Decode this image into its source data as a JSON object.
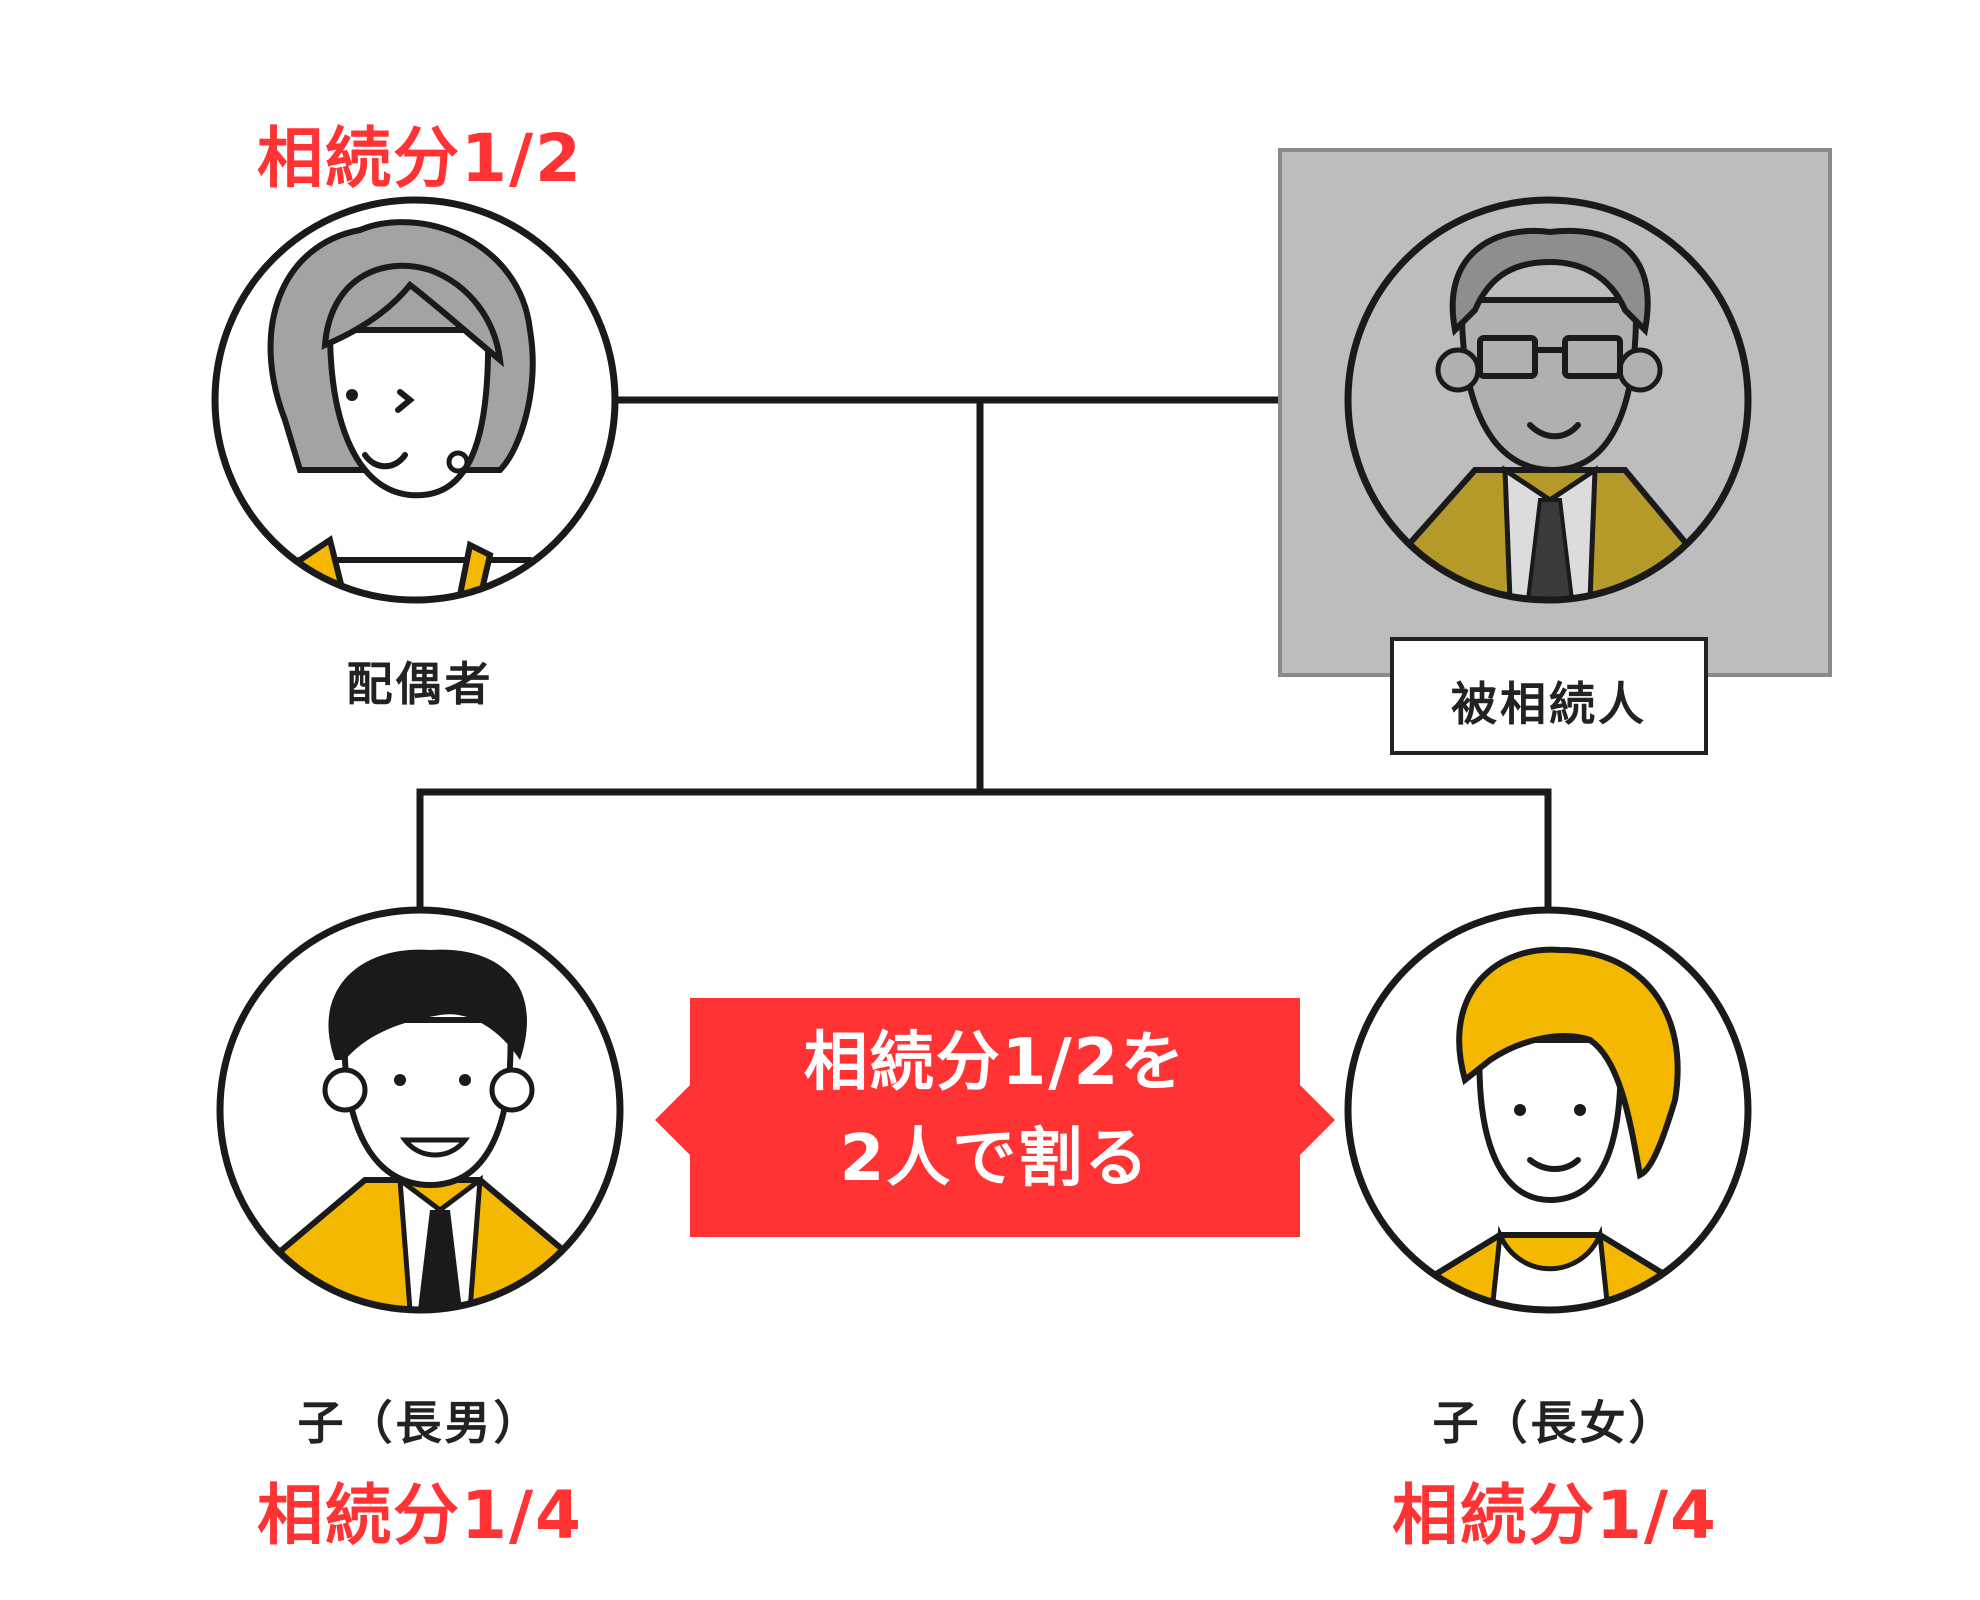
{
  "spouse": {
    "share": "相続分1/2",
    "role": "配偶者"
  },
  "deceased": {
    "role": "被相続人"
  },
  "son": {
    "role": "子（長男）",
    "share": "相続分1/4"
  },
  "daughter": {
    "role": "子（長女）",
    "share": "相続分1/4"
  },
  "callout": {
    "line1": "相続分1/2を",
    "line2": "2人で割る"
  },
  "colors": {
    "accent_red": "#ff3333",
    "jacket_yellow": "#f5b800",
    "deceased_panel_gray": "#bdbdbd",
    "hair_gray": "#a3a3a3",
    "line_dark": "#1a1a1a"
  }
}
